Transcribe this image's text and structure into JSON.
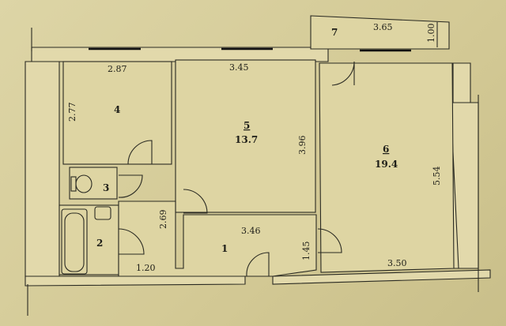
{
  "rooms": [
    {
      "number": "1",
      "dims": [
        "3.46",
        "1.45",
        "2.69",
        "1.20"
      ]
    },
    {
      "number": "2"
    },
    {
      "number": "3"
    },
    {
      "number": "4",
      "dims": [
        "2.87",
        "2.77"
      ]
    },
    {
      "number": "5",
      "area": "13.7",
      "dims": [
        "3.45",
        "3.96"
      ]
    },
    {
      "number": "6",
      "area": "19.4",
      "dims": [
        "5.54",
        "3.50"
      ]
    },
    {
      "number": "7",
      "dims": [
        "3.65",
        "1.00"
      ]
    }
  ]
}
